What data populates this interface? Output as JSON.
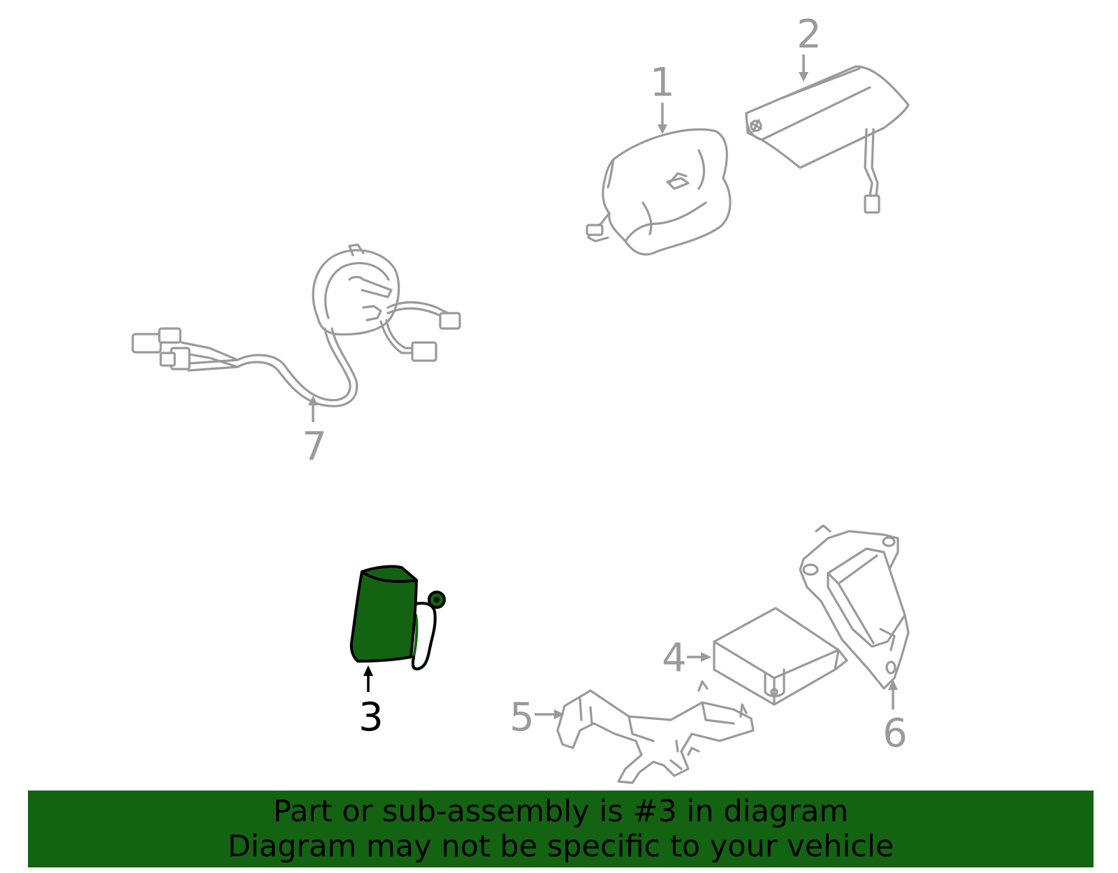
{
  "colors": {
    "highlight_fill": "#136313",
    "outline_gray": "#9a9a9a",
    "banner_background": "#136313",
    "text_black": "#000000"
  },
  "callouts": {
    "c1": "1",
    "c2": "2",
    "c3": "3",
    "c4": "4",
    "c5": "5",
    "c6": "6",
    "c7": "7"
  },
  "highlighted_part": "3",
  "banner": {
    "line1": "Part or sub-assembly is #3 in diagram",
    "line2": "Diagram may not be specific to your vehicle"
  }
}
